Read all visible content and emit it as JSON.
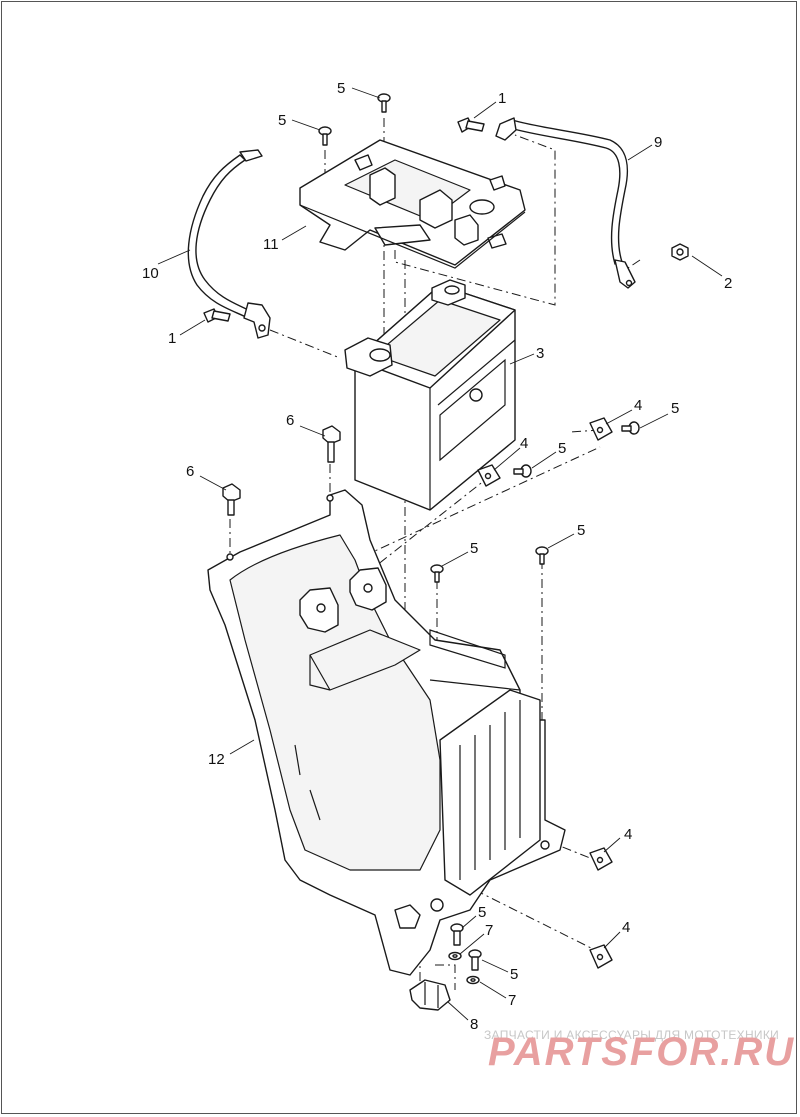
{
  "callouts": [
    "1",
    "2",
    "3",
    "4",
    "5",
    "6",
    "7",
    "8",
    "9",
    "10",
    "11",
    "12"
  ],
  "watermark": {
    "tagline": "ЗАПЧАСТИ И АКСЕССУАРЫ ДЛЯ МОТОТЕХНИКИ",
    "brand": "PARTSFOR.RU",
    "color": "#e8a0a0"
  },
  "colors": {
    "line": "#1a1a1a",
    "background": "#ffffff"
  }
}
